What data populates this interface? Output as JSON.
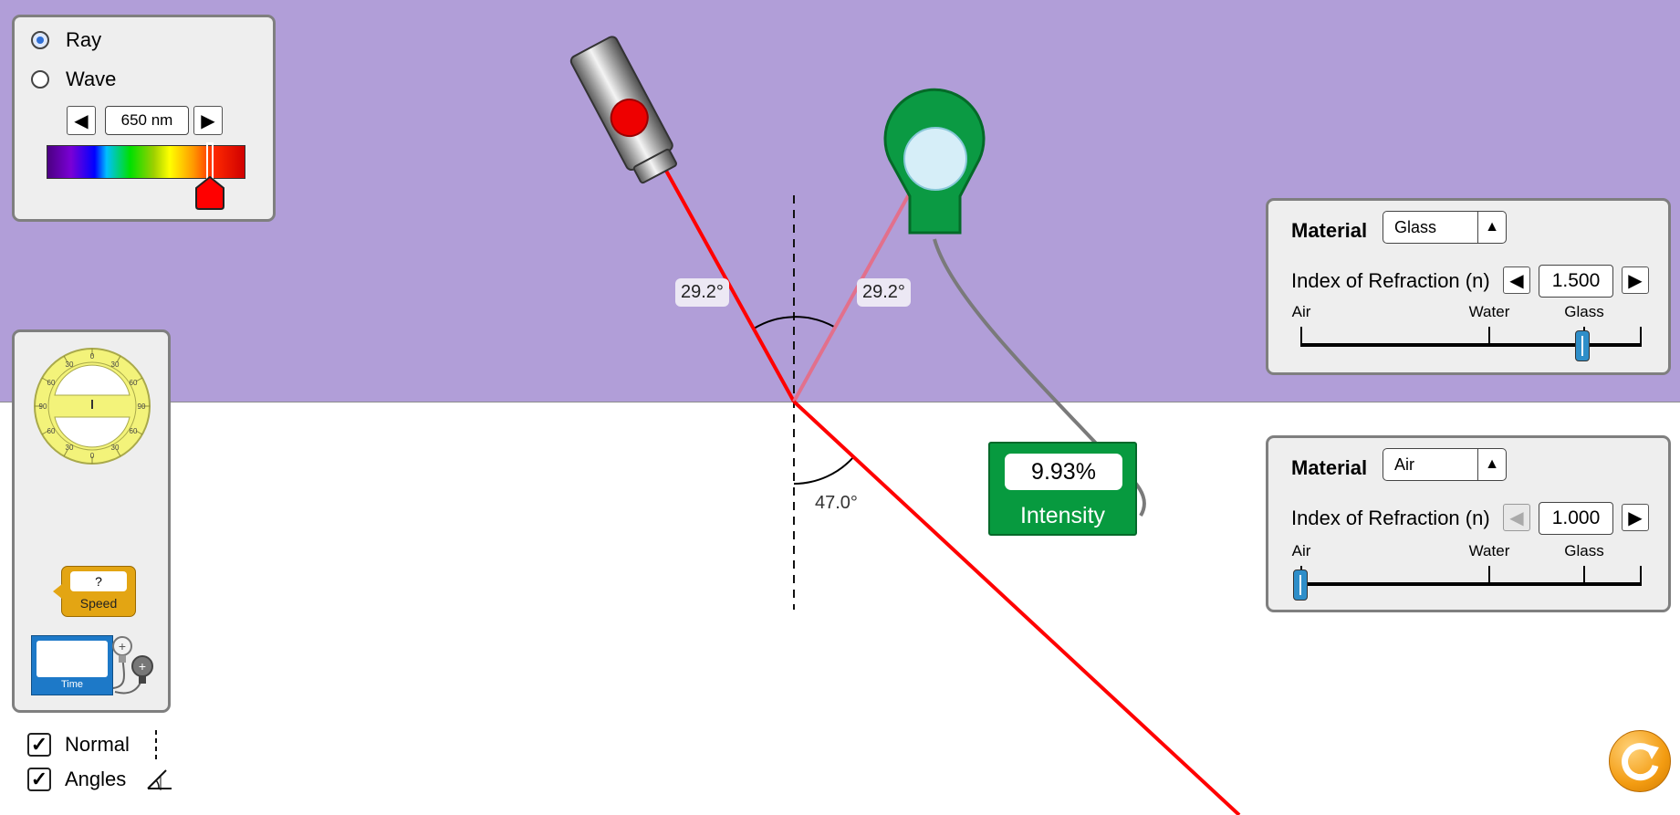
{
  "wave_panel": {
    "mode_options": [
      {
        "label": "Ray",
        "selected": true
      },
      {
        "label": "Wave",
        "selected": false
      }
    ],
    "wavelength": "650 nm",
    "wavelength_fraction": 0.83,
    "decrease_icon": "left-triangle",
    "increase_icon": "right-triangle"
  },
  "angles": {
    "incident": "29.2°",
    "reflected": "29.2°",
    "refracted": "47.0°"
  },
  "intensity_meter": {
    "value": "9.93%",
    "label": "Intensity"
  },
  "top_material": {
    "material_label": "Material",
    "material_value": "Glass",
    "ior_label": "Index of Refraction (n)",
    "ior_value": "1.500",
    "slider_ticks": [
      "Air",
      "Water",
      "Glass"
    ],
    "slider_fraction": 0.83
  },
  "bottom_material": {
    "material_label": "Material",
    "material_value": "Air",
    "ior_label": "Index of Refraction (n)",
    "ior_value": "1.000",
    "slider_ticks": [
      "Air",
      "Water",
      "Glass"
    ],
    "slider_fraction": 0.0
  },
  "toolbox": {
    "protractor_ticks": [
      "0",
      "30",
      "60",
      "90"
    ],
    "speed_value": "?",
    "speed_label": "Speed",
    "time_label": "Time"
  },
  "checkboxes": [
    {
      "label": "Normal",
      "checked": true,
      "icon": "dashed-line-icon"
    },
    {
      "label": "Angles",
      "checked": true,
      "icon": "angle-icon"
    }
  ],
  "colors": {
    "top_medium": "#b19ed8",
    "bottom_medium": "#ffffff",
    "laser_beam": "#ff0000",
    "reflected_beam": "#e2708c",
    "meter_green": "#079a3f",
    "slider_thumb": "#2e8ec9",
    "reset_button": "#f39c12"
  },
  "icons": {
    "reset": "reset-arrow-icon"
  }
}
